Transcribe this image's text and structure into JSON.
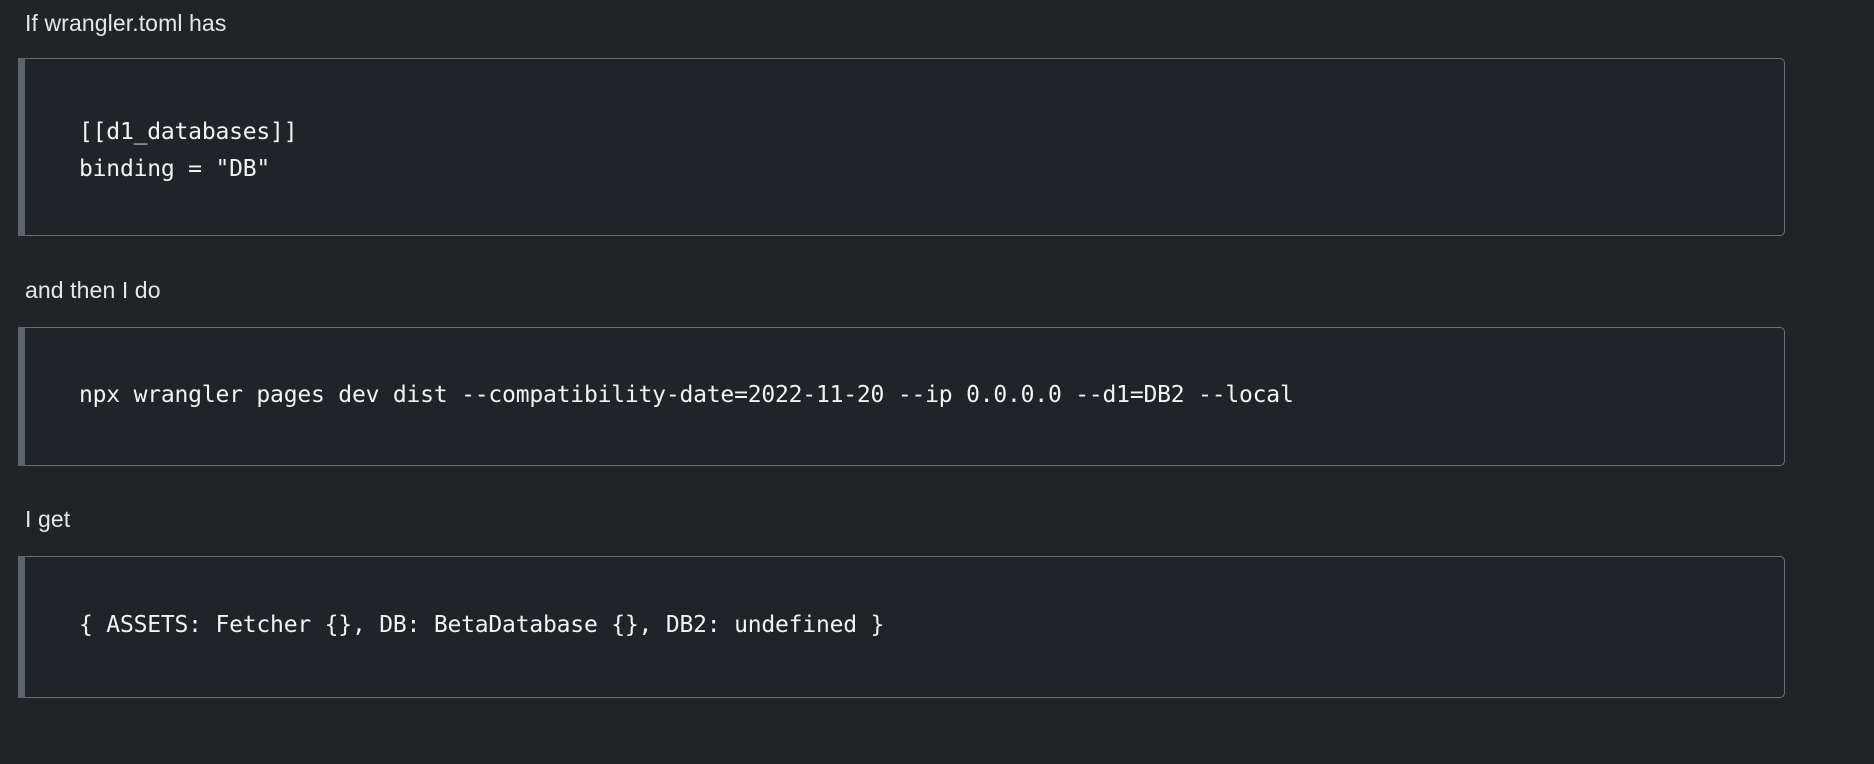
{
  "post": {
    "paragraphs": [
      {
        "text": "If wrangler.toml has"
      },
      {
        "text": "and then I do"
      },
      {
        "text": "I get"
      }
    ],
    "code_blocks": [
      {
        "language": "toml",
        "code": "[[d1_databases]]\nbinding = \"DB\""
      },
      {
        "language": "shell",
        "code": "npx wrangler pages dev dist --compatibility-date=2022-11-20 --ip 0.0.0.0 --d1=DB2 --local"
      },
      {
        "language": "text",
        "code": "{ ASSETS: Fetcher {}, DB: BetaDatabase {}, DB2: undefined }"
      }
    ]
  },
  "theme": {
    "page_background": "#212326",
    "code_background": "#202327",
    "code_border": "#6a7078",
    "code_accent_bar": "#5d646c",
    "text_color": "#e6e7e9",
    "code_text_color": "#f2f3f4"
  }
}
